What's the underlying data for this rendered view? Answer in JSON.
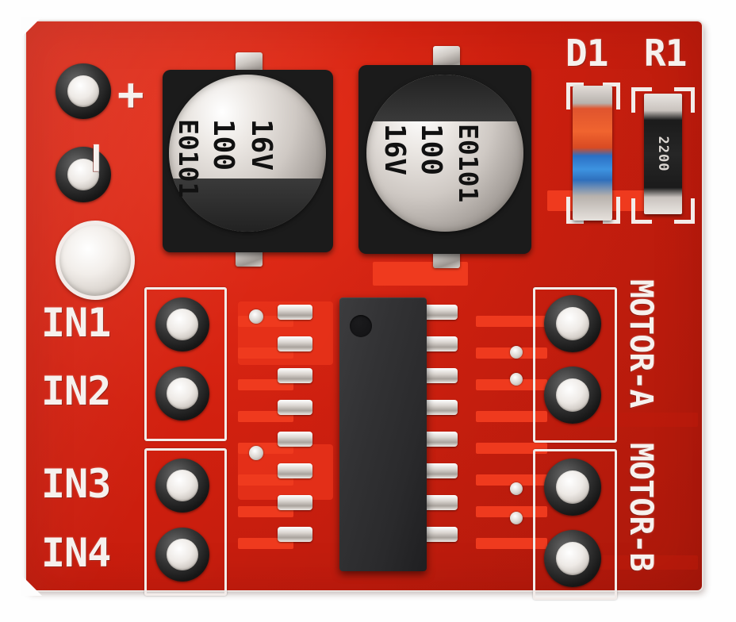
{
  "board": {
    "kind": "pcb-photo",
    "description": "Red dual H-bridge DC motor driver module, top view",
    "soldermask_color": "#d2200f",
    "silkscreen_color": "#f6f1ee",
    "pad_ring_color": "#1a1a1a",
    "pad_metal_color": "#efeae6"
  },
  "power_terminals": {
    "positive_label": "+",
    "negative_label": "–"
  },
  "input_header": {
    "labels": [
      "IN1",
      "IN2",
      "IN3",
      "IN4"
    ]
  },
  "output_headers": {
    "labels": [
      "MOTOR-A",
      "MOTOR-B"
    ]
  },
  "reference_designators": {
    "diode": "D1",
    "resistor": "R1"
  },
  "components": {
    "capacitor_1": {
      "line1": "E0101",
      "line2": "100",
      "line3": "16V"
    },
    "capacitor_2": {
      "line1": "E0101",
      "line2": "100",
      "line3": "16V"
    },
    "resistor_r1": {
      "code": "2200"
    },
    "diode_d1": {
      "code": ""
    },
    "driver_ic": {
      "marking": ""
    }
  }
}
